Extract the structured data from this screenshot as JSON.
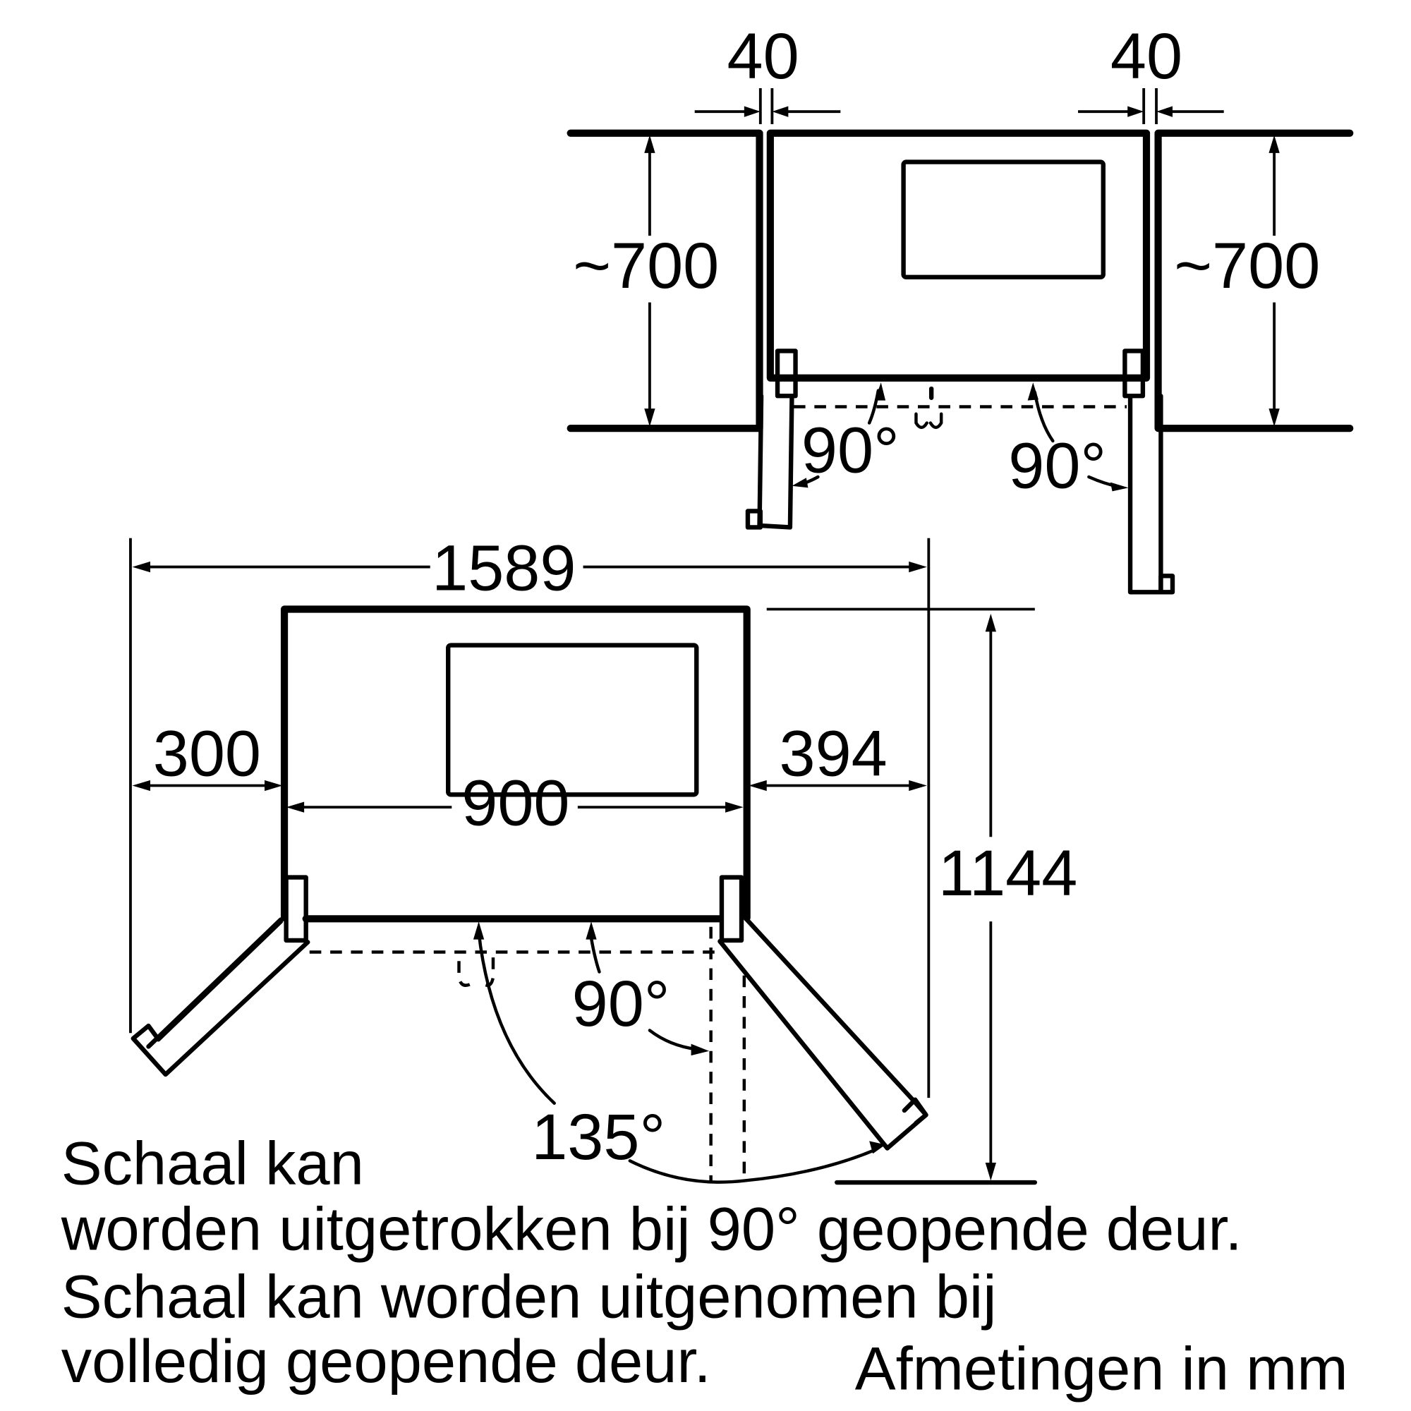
{
  "drawing": {
    "title": "Side-by-side refrigerator installation dimensions",
    "unit_note": "Afmetingen in mm",
    "colors": {
      "line": "#000000",
      "background": "#ffffff"
    }
  },
  "top_view": {
    "gap_left": "40",
    "gap_right": "40",
    "depth_left": "~700",
    "depth_right": "~700",
    "angle_left": "90°",
    "angle_right": "90°"
  },
  "bottom_view": {
    "total_width": "1589",
    "left_clearance": "300",
    "appliance_width": "900",
    "right_clearance": "394",
    "total_depth": "1144",
    "angle_90": "90°",
    "angle_135": "135°"
  },
  "notes": {
    "line1": "Schaal kan",
    "line2": "worden uitgetrokken bij 90° geopende deur.",
    "line3": "Schaal kan worden uitgenomen bij",
    "line4": "volledig geopende deur."
  }
}
